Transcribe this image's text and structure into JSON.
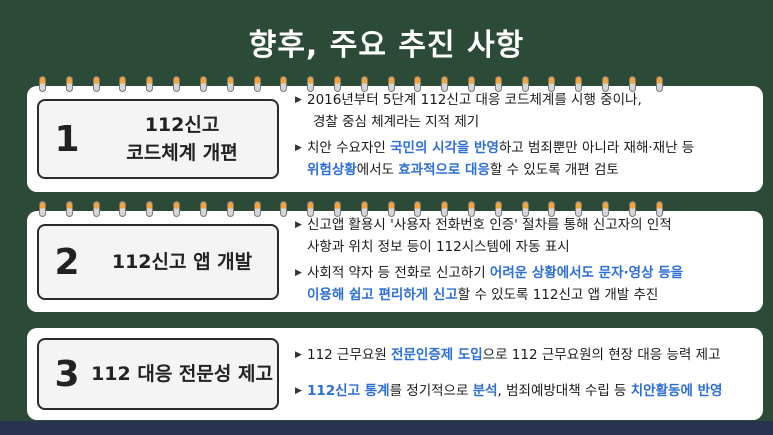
{
  "title": "향후, 주요 추진 사항",
  "items": [
    {
      "number": "1",
      "label_line1": "112신고",
      "label_line2": "코드체계 개편",
      "b1_l1": "2016년부터 5단계 112신고 대응 코드체계를 시행 중이나,",
      "b1_l2": "경찰 중심 체계라는 지적 제기",
      "b2_p1": "치안 수요자인 ",
      "b2_h1": "국민의 시각을 반영",
      "b2_p2": "하고 범죄뿐만 아니라 재해·재난 등",
      "b2_h2": "위험상황",
      "b2_p3": "에서도 ",
      "b2_h3": "효과적으로 대응",
      "b2_p4": "할 수 있도록 개편 검토"
    },
    {
      "number": "2",
      "label": "112신고 앱 개발",
      "b1_l1": "신고앱 활용시 '사용자 전화번호 인증' 절차를 통해 신고자의 인적",
      "b1_l2": "사항과 위치 정보 등이 112시스템에 자동 표시",
      "b2_p1": "사회적 약자 등 전화로 신고하기 ",
      "b2_h1": "어려운 상황에서도 문자·영상 등을",
      "b2_h2": "이용해 쉽고 편리하게 신고",
      "b2_p2": "할 수 있도록 112신고 앱 개발 추진"
    },
    {
      "number": "3",
      "label": "112 대응 전문성 제고",
      "b1_p1": "112 근무요원 ",
      "b1_h1": "전문인증제 도입",
      "b1_p2": "으로 112 근무요원의 현장 대응 능력 제고",
      "b2_h1": "112신고 통계",
      "b2_p1": "를 정기적으로 ",
      "b2_h2": "분석",
      "b2_p2": ", 범죄예방대책 수립 등 ",
      "b2_h3": "치안활동에 반영"
    }
  ],
  "colors": {
    "background": "#2c4a38",
    "highlight": "#2e6fd6",
    "ring_top": "#f2a33a"
  },
  "icons": {
    "bullet": "triangle-right-icon"
  }
}
